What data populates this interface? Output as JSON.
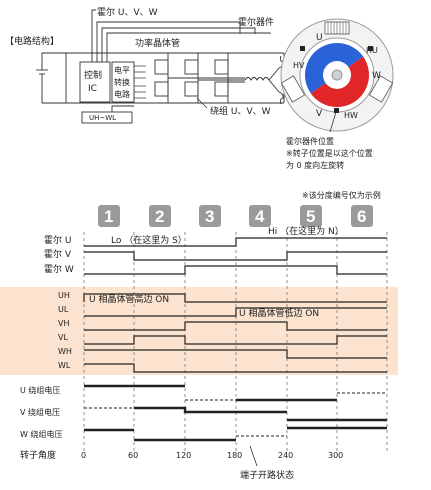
{
  "circuit": {
    "section_label": "【电路结构】",
    "hall_label": "霍尔 U、V、W",
    "hall_element_label": "霍尔器件",
    "power_transistor_label": "功率晶体管",
    "control_ic_label_1": "控制",
    "control_ic_label_2": "IC",
    "level_shift_label_1": "电平",
    "level_shift_label_2": "转换",
    "level_shift_label_3": "电路",
    "bus_label": "UH~WL",
    "winding_label": "绕组 U、V、W"
  },
  "motor": {
    "pole_labels": [
      "U",
      "HU",
      "W",
      "HW",
      "V",
      "HV"
    ],
    "position_note_1": "霍尔器件位置",
    "position_note_2": "※转子位置是以这个位置",
    "position_note_3": "为 0 度向左旋转",
    "colors": {
      "north": "#2a62d8",
      "south": "#e02626",
      "stator": "#707070"
    }
  },
  "timing": {
    "example_note": "※该分度编号仅为示例",
    "steps": [
      "1",
      "2",
      "3",
      "4",
      "5",
      "6"
    ],
    "lo_label": "Lo （在这里为 S）",
    "hi_label": "Hi （在这里为 N）",
    "hall_rows": [
      "霍尔 U",
      "霍尔 V",
      "霍尔 W"
    ],
    "gate_rows": [
      "UH",
      "UL",
      "VH",
      "VL",
      "WH",
      "WL"
    ],
    "gate_note_high": "U 相晶体管高边 ON",
    "gate_note_low": "U 相晶体管低边 ON",
    "voltage_rows": [
      "U 绕组电压",
      "V 绕组电压",
      "W 绕组电压"
    ],
    "angle_label": "转子角度",
    "angle_ticks": [
      "0",
      "60",
      "120",
      "180",
      "240",
      "300"
    ],
    "open_note": "端子开路状态",
    "highlight_color": "#fbe3cf",
    "step_color": "#9a9a9a"
  }
}
